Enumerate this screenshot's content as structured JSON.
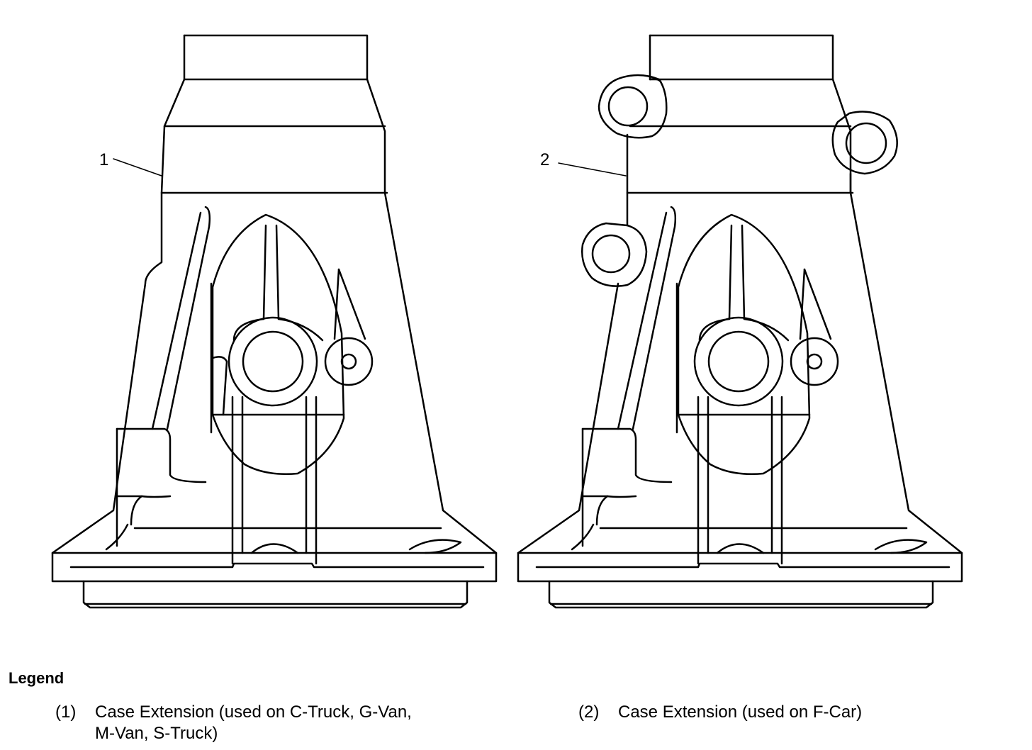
{
  "callouts": {
    "c1": "1",
    "c2": "2"
  },
  "legend": {
    "title": "Legend",
    "items": [
      {
        "number": "(1)",
        "line1": "Case Extension (used on C-Truck, G-Van,",
        "line2": "M-Van, S-Truck)"
      },
      {
        "number": "(2)",
        "line1": "Case Extension (used on F-Car)",
        "line2": ""
      }
    ]
  }
}
